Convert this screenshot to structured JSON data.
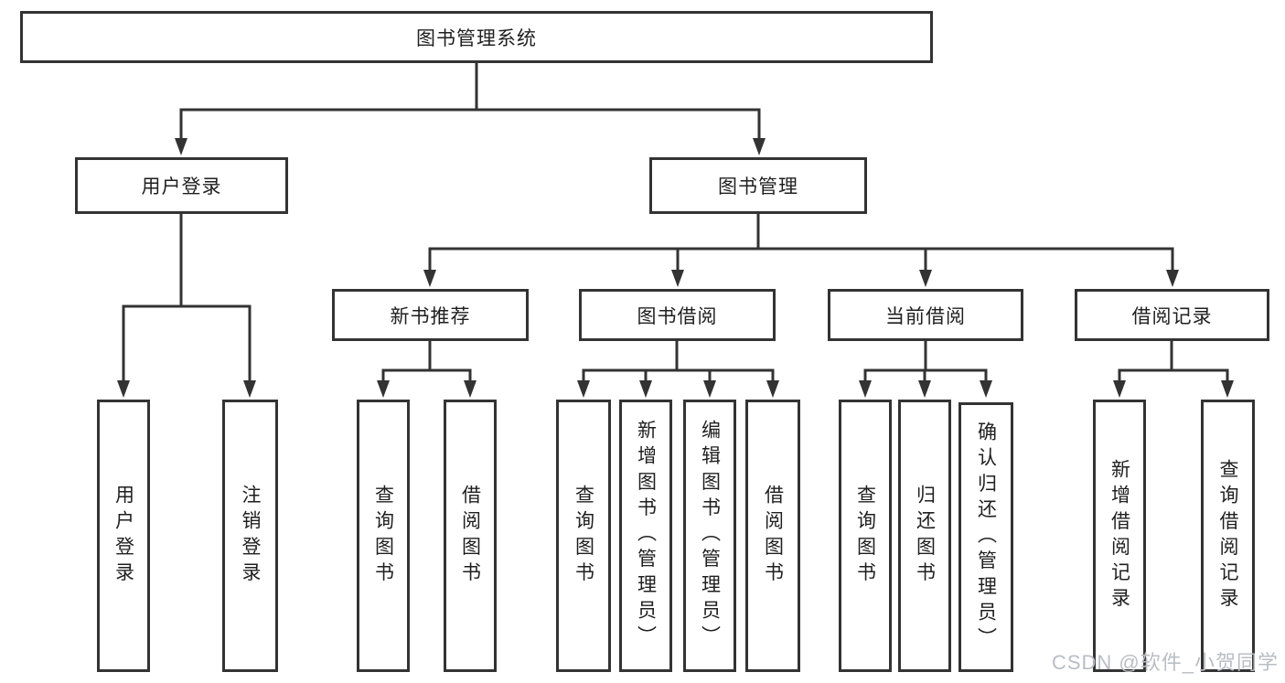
{
  "colors": {
    "line": "#333333",
    "text": "#1f1f1f",
    "background": "#ffffff",
    "watermark": "#b9bec4"
  },
  "watermark": "CSDN @软件_小贺同学",
  "tree": {
    "label": "图书管理系统",
    "children": [
      {
        "label": "用户登录",
        "children": [
          {
            "label": "用户登录"
          },
          {
            "label": "注销登录"
          }
        ]
      },
      {
        "label": "图书管理",
        "children": [
          {
            "label": "新书推荐",
            "children": [
              {
                "label": "查询图书"
              },
              {
                "label": "借阅图书"
              }
            ]
          },
          {
            "label": "图书借阅",
            "children": [
              {
                "label": "查询图书"
              },
              {
                "label": "新增图书（管理员）"
              },
              {
                "label": "编辑图书（管理员）"
              },
              {
                "label": "借阅图书"
              }
            ]
          },
          {
            "label": "当前借阅",
            "children": [
              {
                "label": "查询图书"
              },
              {
                "label": "归还图书"
              },
              {
                "label": "确认归还（管理员）"
              }
            ]
          },
          {
            "label": "借阅记录",
            "children": [
              {
                "label": "新增借阅记录"
              },
              {
                "label": "查询借阅记录"
              }
            ]
          }
        ]
      }
    ]
  }
}
